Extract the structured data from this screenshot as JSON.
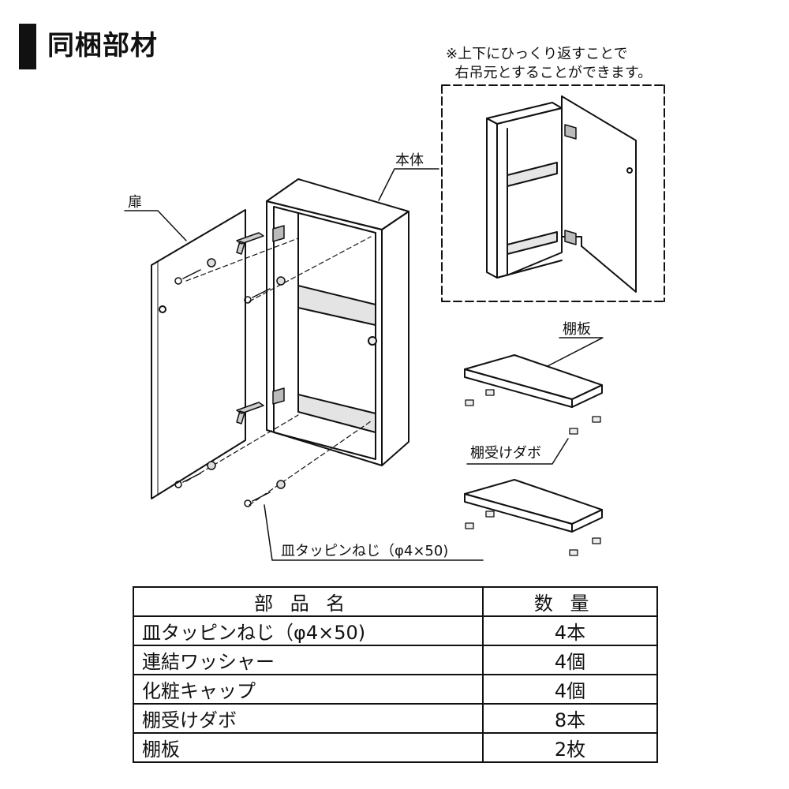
{
  "heading": {
    "title": "同梱部材"
  },
  "note": {
    "line1": "※上下にひっくり返すことで",
    "line2": "右吊元とすることができます。"
  },
  "labels": {
    "door": "扉",
    "body": "本体",
    "shelf": "棚板",
    "dowel": "棚受けダボ",
    "screw": "皿タッピンねじ（φ4×50)"
  },
  "table": {
    "headers": [
      "部品名",
      "数量"
    ],
    "rows": [
      {
        "name": "皿タッピンねじ（φ4×50)",
        "qty": "4本"
      },
      {
        "name": "連結ワッシャー",
        "qty": "4個"
      },
      {
        "name": "化粧キャップ",
        "qty": "4個"
      },
      {
        "name": "棚受けダボ",
        "qty": "8本"
      },
      {
        "name": "棚板",
        "qty": "2枚"
      }
    ]
  }
}
